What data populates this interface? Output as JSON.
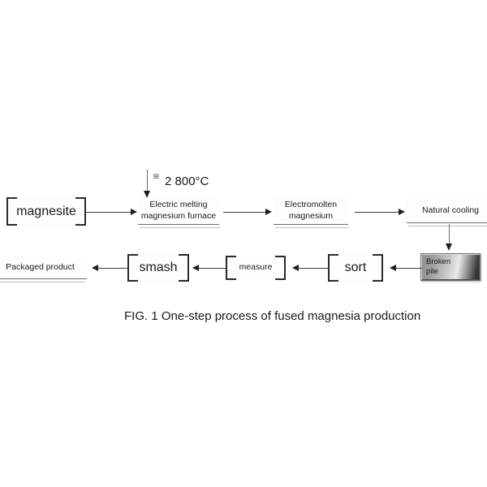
{
  "figure": {
    "caption": "FIG. 1 One-step process of fused magnesia production",
    "annotation_temperature": "2 800°C",
    "heat_icon": "heat-wave-icon"
  },
  "diagram": {
    "type": "process-flowchart",
    "direction": "left-to-right then right-to-left (serpentine)",
    "nodes": [
      {
        "id": "magnesite",
        "label": "magnesite",
        "style": "bracket",
        "row": 1
      },
      {
        "id": "furnace",
        "label": "Electric melting\nmagnesium furnace",
        "line1": "Electric melting",
        "line2": "magnesium furnace",
        "style": "plain",
        "row": 1
      },
      {
        "id": "electromolten",
        "label": "Electromolten\nmagnesium",
        "line1": "Electromolten",
        "line2": "magnesium",
        "style": "plain",
        "row": 1
      },
      {
        "id": "natural-cooling",
        "label": "Natural cooling",
        "style": "plain",
        "row": 1
      },
      {
        "id": "broken-pile",
        "label": "Broken\npile",
        "line1": "Broken",
        "line2": "pile",
        "style": "bevel",
        "row": 2
      },
      {
        "id": "sort",
        "label": "sort",
        "style": "bracket",
        "row": 2
      },
      {
        "id": "measure",
        "label": "measure",
        "style": "bracket",
        "row": 2
      },
      {
        "id": "smash",
        "label": "smash",
        "style": "bracket",
        "row": 2
      },
      {
        "id": "packaged-product",
        "label": "Packaged product",
        "style": "plain",
        "row": 2
      }
    ],
    "edges": [
      {
        "from": "magnesite",
        "to": "furnace",
        "direction": "right"
      },
      {
        "from": "furnace",
        "to": "electromolten",
        "direction": "right"
      },
      {
        "from": "electromolten",
        "to": "natural-cooling",
        "direction": "right"
      },
      {
        "from": "natural-cooling",
        "to": "broken-pile",
        "direction": "down"
      },
      {
        "from": "broken-pile",
        "to": "sort",
        "direction": "left"
      },
      {
        "from": "sort",
        "to": "measure",
        "direction": "left"
      },
      {
        "from": "measure",
        "to": "smash",
        "direction": "left"
      },
      {
        "from": "smash",
        "to": "packaged-product",
        "direction": "left"
      },
      {
        "from": "heat-input",
        "to": "furnace",
        "direction": "down"
      }
    ]
  },
  "colors": {
    "background": "#ffffff",
    "stroke": "#2a2a2a",
    "text": "#1a1a1a",
    "bevel_light": "#e9e9e9",
    "bevel_dark": "#2b2b2b"
  }
}
